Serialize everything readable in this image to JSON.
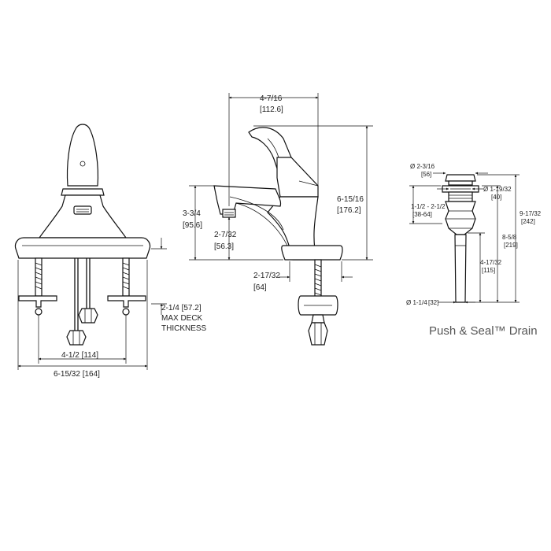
{
  "front_view": {
    "deck_thickness_label": "2-1/4 [57.2]",
    "deck_thickness_note_1": "MAX DECK",
    "deck_thickness_note_2": "THICKNESS",
    "center_spacing": "4-1/2  [114]",
    "overall_width": "6-15/32  [164]"
  },
  "side_view": {
    "reach": "4-7/16",
    "reach_mm": "[112.6]",
    "height": "6-15/16",
    "height_mm": "[176.2]",
    "spout_height": "3-3/4",
    "spout_height_mm": "[95.6]",
    "aerator_height": "2-7/32",
    "aerator_height_mm": "[56.3]",
    "base_width": "2-17/32",
    "base_width_mm": "[64]"
  },
  "drain_view": {
    "cap_diameter": "Ø 2-3/16",
    "cap_diameter_mm": "[56]",
    "body_diameter": "Ø 1-19/32",
    "body_diameter_mm": "[40]",
    "flange_range": "1-1/2 - 2-1/2",
    "flange_range_mm": "[38-64]",
    "overall_length": "9-17/32",
    "overall_length_mm": "[242]",
    "mid_length": "8-5/8",
    "mid_length_mm": "[219]",
    "tail_length": "4-17/32",
    "tail_length_mm": "[115]",
    "tail_diameter": "Ø 1-1/4",
    "tail_diameter_mm": "[32]",
    "title": "Push & Seal™ Drain"
  }
}
